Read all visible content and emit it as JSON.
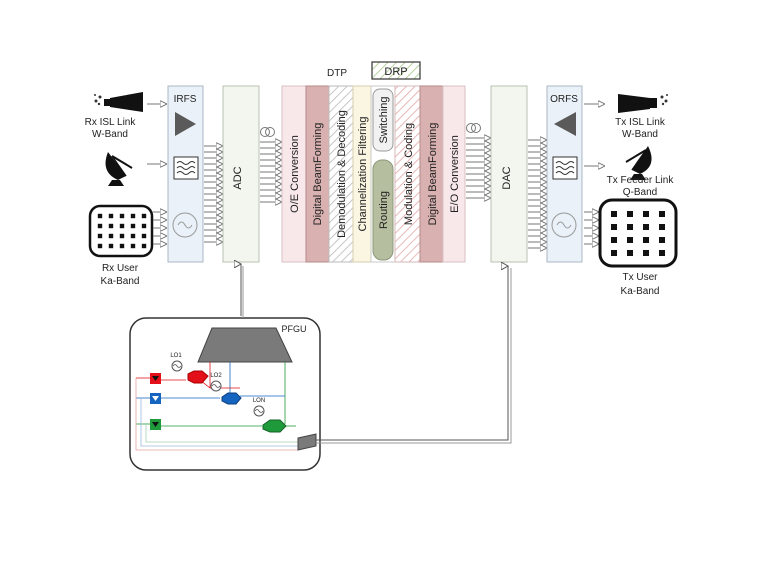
{
  "labels": {
    "dtp": "DTP",
    "drp": "DRP",
    "irfs": "IRFS",
    "adc": "ADC",
    "oe_conversion": "O/E Conversion",
    "digital_beamforming_rx": "Digital BeamForming",
    "demod_decoding": "Demodulation & Decoding",
    "channelization_filtering": "Channelization Filtering",
    "switching": "Switching",
    "routing": "Routing",
    "modulation_coding": "Modulation & Coding",
    "digital_beamforming_tx": "Digital BeamForming",
    "eo_conversion": "E/O Conversion",
    "dac": "DAC",
    "orfs": "ORFS",
    "pfgu": "PFGU",
    "lo1": "LO1",
    "lo2": "LO2",
    "lon": "LON",
    "rx_isl_link": "Rx ISL Link",
    "rx_isl_band": "W-Band",
    "rx_user": "Rx User",
    "rx_user_band": "Ka-Band",
    "tx_isl_link": "Tx ISL Link",
    "tx_isl_band": "W-Band",
    "tx_feeder_link": "Tx Feeder Link",
    "tx_feeder_band": "Q-Band",
    "tx_user": "Tx User",
    "tx_user_band": "Ka-Band"
  },
  "colors": {
    "beamforming": "#d9b1b1",
    "oe_panel": "#f8e8ea",
    "channelization": "#fbf6e2",
    "routing": "#b5bfa0",
    "drp_hatch": "#c5dcb0",
    "lo_red": "#e3101a",
    "lo_blue": "#1565c0",
    "lo_green": "#1f9a3a"
  }
}
